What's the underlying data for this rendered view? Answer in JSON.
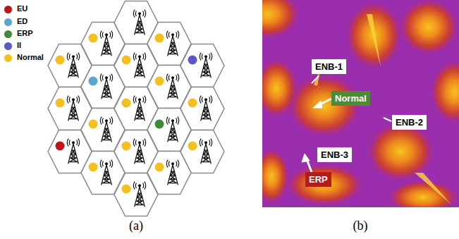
{
  "diagram": {
    "nodes": [
      {
        "text": [
          "ENB-1"
        ]
      },
      {
        "text": [
          "Normal"
        ]
      },
      {
        "text": [
          "ENB-2"
        ]
      },
      {
        "text": [
          "ENB-3"
        ]
      },
      {
        "text": [
          "ERP"
        ]
      }
    ],
    "labels": [
      "(a)",
      "(b)"
    ],
    "legend": [
      {
        "text": "EU",
        "color": "#c0141c"
      },
      {
        "text": "ED",
        "color": "#5aa6cf"
      },
      {
        "text": "ERP",
        "color": "#3f8a3a"
      },
      {
        "text": "II",
        "color": "#5b57c8"
      },
      {
        "text": "Normal",
        "color": "#f5bf1f"
      }
    ]
  }
}
